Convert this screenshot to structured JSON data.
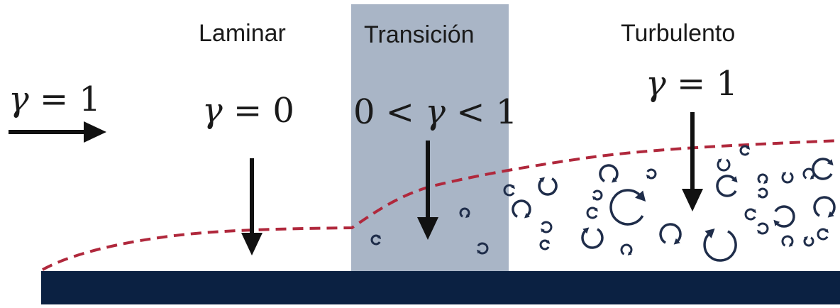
{
  "labels": {
    "laminar": "Laminar",
    "transition": "Transición",
    "turbulent": "Turbulento"
  },
  "equations": {
    "freestream": {
      "lhs": "γ",
      "op": " = ",
      "rhs": "1"
    },
    "laminar": {
      "lhs": "γ",
      "op": " = ",
      "rhs": "0"
    },
    "transition": {
      "left": "0 < ",
      "mid": "γ",
      "right": " < 1"
    },
    "turbulent": {
      "lhs": "γ",
      "op": " = ",
      "rhs": "1"
    }
  },
  "colors": {
    "wall": "#0b2142",
    "transition_band": "#a9b5c6",
    "boundary_line": "#b0283c",
    "arrow": "#111111",
    "eddy": "#1f2d4a"
  },
  "icons": {
    "flow_arrow": "arrow-right-icon",
    "region_arrow": "arrow-down-icon",
    "eddy": "eddy-swirl-icon"
  }
}
